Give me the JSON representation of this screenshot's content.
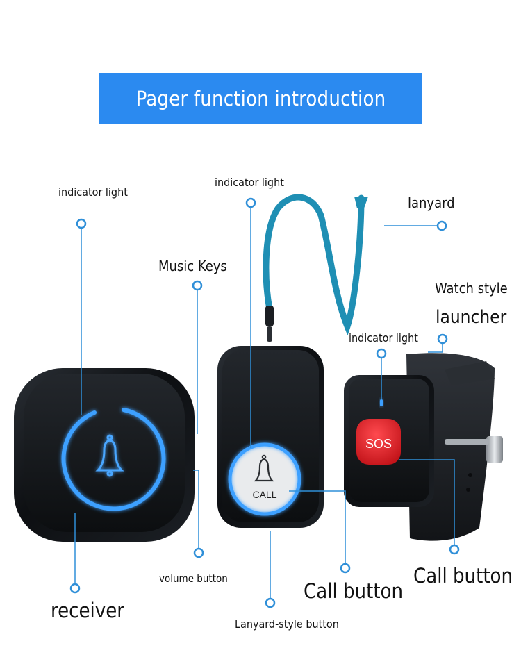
{
  "title": "Pager function introduction",
  "labels": {
    "receiver_indicator": "indicator light",
    "button_indicator": "indicator light",
    "lanyard": "lanyard",
    "music_keys": "Music Keys",
    "watch_style": "Watch style",
    "launcher": "launcher",
    "watch_indicator": "indicator light",
    "volume_button": "volume button",
    "receiver": "receiver",
    "call_button_lanyard": "Call button",
    "call_button_watch": "Call button",
    "lanyard_style_button": "Lanyard-style button"
  },
  "device_text": {
    "call": "CALL",
    "sos": "SOS"
  },
  "colors": {
    "banner": "#2b8af0",
    "callout": "#2f8fd8",
    "ring_glow": "#3da0ff",
    "device_body": "#111418",
    "lanyard_strap": "#1f8fb4",
    "sos_red": "#e01e24"
  },
  "icons": [
    "bell-icon",
    "bell-icon",
    "callout-dot"
  ]
}
